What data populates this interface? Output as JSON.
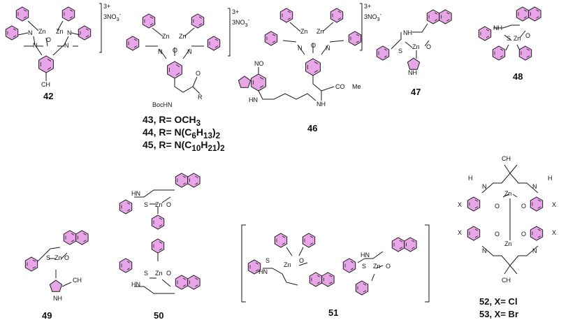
{
  "colors": {
    "ring_fill": "#e8a6e8",
    "line": "#1a1a1a"
  },
  "compounds": {
    "c42": "42",
    "c43": "43, R= OCH",
    "c43_sub": "3",
    "c44": "44, R= N(C",
    "c44_sub1": "6",
    "c44_mid": "H",
    "c44_sub2": "13",
    "c44_end": ")",
    "c44_sub3": "2",
    "c45": "45, R= N(C",
    "c45_sub1": "10",
    "c45_mid": "H",
    "c45_sub2": "21",
    "c45_end": ")",
    "c45_sub3": "2",
    "c46": "46",
    "c47": "47",
    "c48": "48",
    "c49": "49",
    "c50": "50",
    "c51": "51",
    "c52": "52, X= Cl",
    "c53": "53, X= Br"
  },
  "charges": {
    "charge_42": "3+",
    "anion_42": "3NO",
    "charge_43": "3+",
    "anion_43": "3NO",
    "charge_46": "3+",
    "anion_46": "3NO"
  },
  "atoms": {
    "zn": "Zn",
    "n": "N",
    "o": "O",
    "s": "S",
    "nh": "NH",
    "hn": "HN",
    "h": "H",
    "x": "X",
    "r": "R",
    "bochn": "BocHN",
    "no2": "NO",
    "co2me": "CO",
    "me": "Me",
    "ch3": "CH",
    "ch3_2": "CH"
  }
}
